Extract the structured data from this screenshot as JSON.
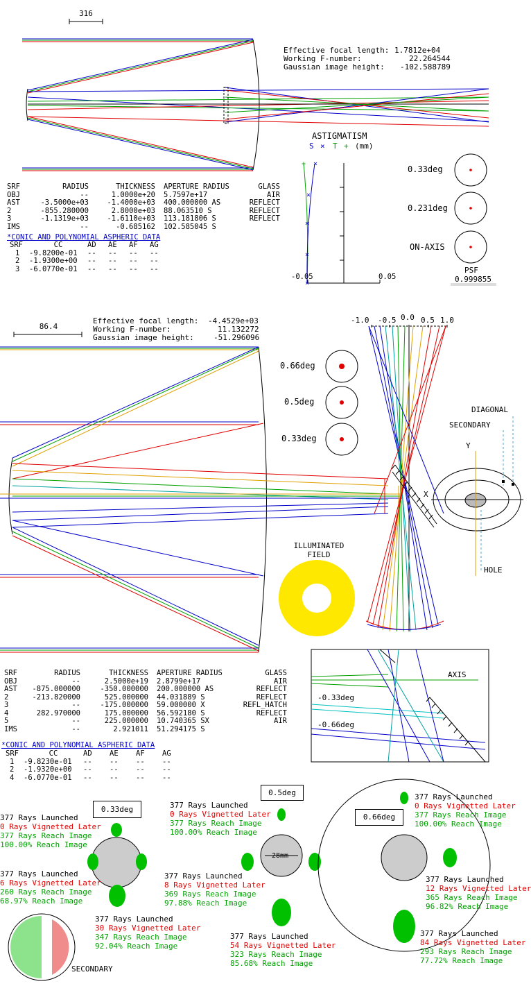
{
  "top": {
    "scale_label": "316",
    "params": {
      "efl_label": "Effective focal length:",
      "efl": "1.7812e+04",
      "wfn_label": "Working F-number:",
      "wfn": "22.264544",
      "gih_label": "Gaussian image height:",
      "gih": "-102.588789"
    },
    "astig": {
      "title": "ASTIGMATISM",
      "legend_s": "S",
      "legend_x": "×",
      "legend_t": "T",
      "legend_p": "+",
      "unit": "(mm)",
      "xmin": "-0.05",
      "xmax": "0.05"
    },
    "psf": {
      "labels": [
        "0.33deg",
        "0.231deg",
        "ON-AXIS"
      ],
      "title": "PSF",
      "value": "0.999855"
    },
    "surf_table": {
      "headers": [
        "SRF",
        "RADIUS",
        "THICKNESS",
        "APERTURE RADIUS",
        "GLASS"
      ],
      "rows": [
        [
          "OBJ",
          "--",
          "1.0000e+20",
          "5.7597e+17",
          "AIR"
        ],
        [
          "AST",
          "-3.5000e+03",
          "-1.4000e+03",
          "400.000000 AS",
          "REFLECT"
        ],
        [
          "2",
          "-855.280000",
          "2.8000e+03",
          "88.063510 S",
          "REFLECT"
        ],
        [
          "3",
          "-1.1319e+03",
          "-1.6110e+03",
          "113.181806 S",
          "REFLECT"
        ],
        [
          "IMS",
          "--",
          "-0.685162",
          "102.585045 S",
          ""
        ]
      ]
    },
    "conic_title": "*CONIC AND POLYNOMIAL ASPHERIC DATA",
    "conic_table": {
      "headers": [
        "SRF",
        "CC",
        "AD",
        "AE",
        "AF",
        "AG"
      ],
      "rows": [
        [
          "1",
          "-9.8200e-01",
          "--",
          "--",
          "--",
          "--"
        ],
        [
          "2",
          "-1.9300e+00",
          "--",
          "--",
          "--",
          "--"
        ],
        [
          "3",
          "-6.0770e-01",
          "--",
          "--",
          "--",
          "--"
        ]
      ]
    }
  },
  "mid": {
    "scale_label": "86.4",
    "params": {
      "efl_label": "Effective focal length:",
      "efl": "-4.4529e+03",
      "wfn_label": "Working F-number:",
      "wfn": "11.132272",
      "gih_label": "Gaussian image height:",
      "gih": "-51.296096"
    },
    "spot_labels": [
      "0.66deg",
      "0.5deg",
      "0.33deg"
    ],
    "axis_ticks": [
      "-1.0",
      "-0.5",
      "0.0",
      "0.5",
      "1.0"
    ],
    "diag_labels": {
      "diagonal": "DIAGONAL",
      "secondary": "SECONDARY",
      "y": "Y",
      "x": "X",
      "hole": "HOLE"
    },
    "illum_title1": "ILLUMINATED",
    "illum_title2": "FIELD",
    "inset": {
      "axis": "AXIS",
      "neg033": "-0.33deg",
      "neg066": "-0.66deg"
    },
    "surf_table": {
      "headers": [
        "SRF",
        "RADIUS",
        "THICKNESS",
        "APERTURE RADIUS",
        "GLASS"
      ],
      "rows": [
        [
          "OBJ",
          "--",
          "2.5000e+19",
          "2.8799e+17",
          "AIR"
        ],
        [
          "AST",
          "-875.000000",
          "-350.000000",
          "200.000000 AS",
          "REFLECT"
        ],
        [
          "2",
          "-213.820000",
          "525.000000",
          "44.031889 S",
          "REFLECT"
        ],
        [
          "3",
          "--",
          "-175.000000",
          "59.000000 X",
          "REFL_HATCH"
        ],
        [
          "4",
          "282.970000",
          "175.000000",
          "56.592180 S",
          "REFLECT"
        ],
        [
          "5",
          "--",
          "225.000000",
          "10.740365 SX",
          "AIR"
        ],
        [
          "IMS",
          "--",
          "2.921011",
          "51.294175 S",
          ""
        ]
      ]
    },
    "conic_title": "*CONIC AND POLYNOMIAL ASPHERIC DATA",
    "conic_table": {
      "headers": [
        "SRF",
        "CC",
        "AD",
        "AE",
        "AF",
        "AG"
      ],
      "rows": [
        [
          "1",
          "-9.8230e-01",
          "--",
          "--",
          "--",
          "--"
        ],
        [
          "2",
          "-1.9320e+00",
          "--",
          "--",
          "--",
          "--"
        ],
        [
          "4",
          "-6.0770e-01",
          "--",
          "--",
          "--",
          "--"
        ]
      ]
    }
  },
  "bottom": {
    "g1": {
      "label": "0.33deg",
      "a": [
        "377 Rays Launched",
        "0 Rays Vignetted Later",
        "377 Rays Reach Image",
        "100.00% Reach Image"
      ],
      "b": [
        "377 Rays Launched",
        "6 Rays Vignetted Later",
        "260 Rays Reach Image",
        "68.97% Reach Image"
      ],
      "c": [
        "377 Rays Launched",
        "30 Rays Vignetted Later",
        "347 Rays Reach Image",
        "92.04% Reach Image"
      ],
      "secondary": "SECONDARY"
    },
    "g2": {
      "label": "0.5deg",
      "size": "28mm",
      "a": [
        "377 Rays Launched",
        "0 Rays Vignetted Later",
        "377 Rays Reach Image",
        "100.00% Reach Image"
      ],
      "b": [
        "377 Rays Launched",
        "8 Rays Vignetted Later",
        "369 Rays Reach Image",
        "97.88% Reach Image"
      ],
      "c": [
        "377 Rays Launched",
        "54 Rays Vignetted Later",
        "323 Rays Reach Image",
        "85.68% Reach Image"
      ]
    },
    "g3": {
      "label": "0.66deg",
      "a": [
        "377 Rays Launched",
        "0 Rays Vignetted Later",
        "377 Rays Reach Image",
        "100.00% Reach Image"
      ],
      "b": [
        "377 Rays Launched",
        "12 Rays Vignetted Later",
        "365 Rays Reach Image",
        "96.82% Reach Image"
      ],
      "c": [
        "377 Rays Launched",
        "84 Rays Vignetted Later",
        "293 Rays Reach Image",
        "77.72% Reach Image"
      ]
    }
  }
}
